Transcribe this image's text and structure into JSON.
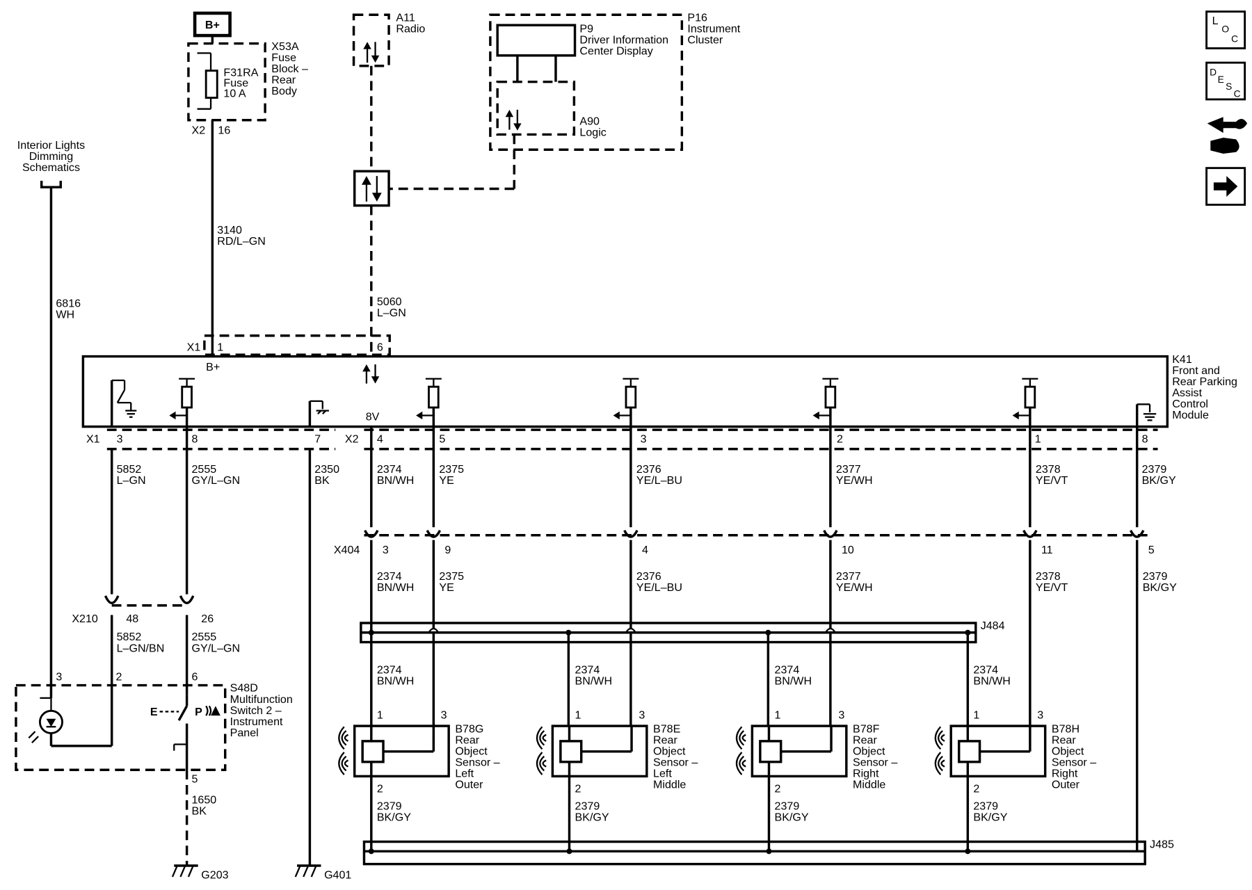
{
  "power": {
    "label": "B+"
  },
  "fuse_block": {
    "connector": "X53A",
    "lines": [
      "Fuse",
      "Block –",
      "Rear",
      "Body"
    ],
    "fuse_lines": [
      "F31RA",
      "Fuse",
      "10 A"
    ],
    "pin_connector": "X2",
    "pin": "16"
  },
  "radio": {
    "id": "A11",
    "name": "Radio"
  },
  "cluster": {
    "id": "P16",
    "name_lines": [
      "Instrument",
      "Cluster"
    ],
    "display_id": "P9",
    "display_lines": [
      "Driver Information",
      "Center Display"
    ],
    "logic_id": "A90",
    "logic_name": "Logic"
  },
  "interior_lights": {
    "lines": [
      "Interior Lights",
      "Dimming",
      "Schematics"
    ]
  },
  "wires_top": {
    "w6816": {
      "circuit": "6816",
      "color": "WH"
    },
    "w3140": {
      "circuit": "3140",
      "color": "RD/L–GN"
    },
    "w5060": {
      "circuit": "5060",
      "color": "L–GN"
    }
  },
  "module": {
    "id": "K41",
    "name_lines": [
      "Front and",
      "Rear Parking",
      "Assist",
      "Control",
      "Module"
    ],
    "x1_top": "X1",
    "x1_top_pin1": "1",
    "x1_top_pin6": "6",
    "bplus": "B+",
    "v8": "8V",
    "x1_bottom": "X1",
    "x2_bottom": "X2",
    "bottom_pins": [
      "3",
      "8",
      "7",
      "4",
      "5",
      "3",
      "2",
      "1",
      "8"
    ]
  },
  "wires_mid": [
    {
      "circuit": "5852",
      "color": "L–GN"
    },
    {
      "circuit": "2555",
      "color": "GY/L–GN"
    },
    {
      "circuit": "2350",
      "color": "BK"
    },
    {
      "circuit": "2374",
      "color": "BN/WH"
    },
    {
      "circuit": "2375",
      "color": "YE"
    },
    {
      "circuit": "2376",
      "color": "YE/L–BU"
    },
    {
      "circuit": "2377",
      "color": "YE/WH"
    },
    {
      "circuit": "2378",
      "color": "YE/VT"
    },
    {
      "circuit": "2379",
      "color": "BK/GY"
    }
  ],
  "x404": {
    "label": "X404",
    "pins": [
      "3",
      "9",
      "4",
      "10",
      "11",
      "5"
    ],
    "wires": [
      {
        "circuit": "2374",
        "color": "BN/WH"
      },
      {
        "circuit": "2375",
        "color": "YE"
      },
      {
        "circuit": "2376",
        "color": "YE/L–BU"
      },
      {
        "circuit": "2377",
        "color": "YE/WH"
      },
      {
        "circuit": "2378",
        "color": "YE/VT"
      },
      {
        "circuit": "2379",
        "color": "BK/GY"
      }
    ]
  },
  "x210": {
    "label": "X210",
    "pins": [
      "48",
      "26"
    ],
    "wires": [
      {
        "circuit": "5852",
        "color": "L–GN/BN"
      },
      {
        "circuit": "2555",
        "color": "GY/L–GN"
      }
    ]
  },
  "splices": {
    "j484": "J484",
    "j485": "J485"
  },
  "switch": {
    "id": "S48D",
    "lines": [
      "Multifunction",
      "Switch 2 –",
      "Instrument",
      "Panel"
    ],
    "pin3": "3",
    "pin2": "2",
    "pin6": "6",
    "pin5": "5",
    "e_label": "E",
    "p_label": "P"
  },
  "ground_wire": {
    "circuit": "1650",
    "color": "BK"
  },
  "grounds": {
    "g203": "G203",
    "g401": "G401"
  },
  "sensors": [
    {
      "id": "B78G",
      "lines": [
        "Rear",
        "Object",
        "Sensor –",
        "Left",
        "Outer"
      ],
      "pin1": "1",
      "pin2": "2",
      "pin3": "3",
      "top_wire": {
        "circuit": "2374",
        "color": "BN/WH"
      },
      "bottom_wire": {
        "circuit": "2379",
        "color": "BK/GY"
      }
    },
    {
      "id": "B78E",
      "lines": [
        "Rear",
        "Object",
        "Sensor –",
        "Left",
        "Middle"
      ],
      "pin1": "1",
      "pin2": "2",
      "pin3": "3",
      "top_wire": {
        "circuit": "2374",
        "color": "BN/WH"
      },
      "bottom_wire": {
        "circuit": "2379",
        "color": "BK/GY"
      }
    },
    {
      "id": "B78F",
      "lines": [
        "Rear",
        "Object",
        "Sensor –",
        "Right",
        "Middle"
      ],
      "pin1": "1",
      "pin2": "2",
      "pin3": "3",
      "top_wire": {
        "circuit": "2374",
        "color": "BN/WH"
      },
      "bottom_wire": {
        "circuit": "2379",
        "color": "BK/GY"
      }
    },
    {
      "id": "B78H",
      "lines": [
        "Rear",
        "Object",
        "Sensor –",
        "Right",
        "Outer"
      ],
      "pin1": "1",
      "pin2": "2",
      "pin3": "3",
      "top_wire": {
        "circuit": "2374",
        "color": "BN/WH"
      },
      "bottom_wire": {
        "circuit": "2379",
        "color": "BK/GY"
      }
    }
  ],
  "nav": {
    "loc_letters": [
      "L",
      "O",
      "C"
    ],
    "desc_letters": [
      "D",
      "E",
      "S",
      "C"
    ],
    "icons": [
      "connector-end-view-icon",
      "next-page-arrow-icon"
    ]
  }
}
